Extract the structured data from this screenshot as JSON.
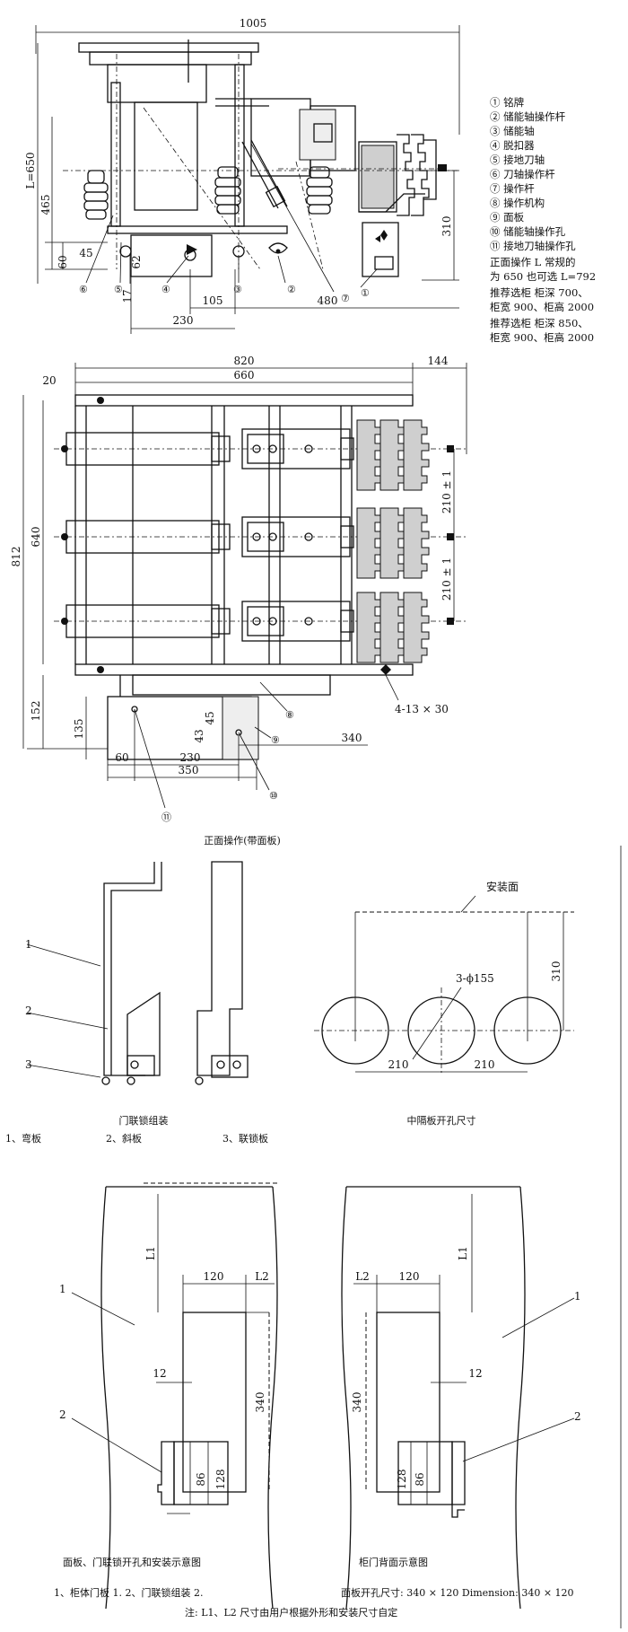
{
  "top_view": {
    "dims": {
      "total_width": "1005",
      "height_L": "L=650",
      "h465": "465",
      "h45": "45",
      "h60": "60",
      "h62": "62",
      "h17": "17",
      "w105": "105",
      "w480": "480",
      "w230": "230",
      "h310": "310"
    },
    "markers": [
      "⑥",
      "⑤",
      "④",
      "③",
      "②",
      "⑦",
      "①"
    ]
  },
  "legend": {
    "items": [
      "① 铭牌",
      "② 储能轴操作杆",
      "③ 储能轴",
      "④ 脱扣器",
      "⑤ 接地刀轴",
      "⑥ 刀轴操作杆",
      "⑦ 操作杆",
      "⑧ 操作机构",
      "⑨ 面板",
      "⑩ 储能轴操作孔",
      "⑪ 接地刀轴操作孔"
    ],
    "notes": [
      "正面操作 L 常规的",
      "为 650 也可选 L=792",
      "推荐选柜  柜深 700、",
      "柜宽 900、柜高 2000",
      "推荐选柜  柜深 850、",
      "柜宽 900、柜高 2000"
    ]
  },
  "front_view": {
    "dims": {
      "w820": "820",
      "w144": "144",
      "w20": "20",
      "w660": "660",
      "h812": "812",
      "h640": "640",
      "pitch1": "210 ± 1",
      "pitch2": "210 ± 1",
      "holes": "4-13 × 30",
      "h152": "152",
      "h135": "135",
      "h43": "43",
      "h45": "45",
      "w340": "340",
      "w60": "60",
      "w230": "230",
      "w350": "350"
    },
    "markers": [
      "⑧",
      "⑨",
      "⑪",
      "⑩"
    ],
    "caption": "正面操作(带面板)"
  },
  "interlock": {
    "labels": [
      "1",
      "2",
      "3"
    ],
    "caption": "门联锁组装",
    "parts": [
      "1、弯板",
      "2、斜板",
      "3、联锁板"
    ]
  },
  "partition": {
    "mount_surface": "安装面",
    "holes": "3-ϕ155",
    "d310": "310",
    "d210a": "210",
    "d210b": "210",
    "caption": "中隔板开孔尺寸"
  },
  "panel_left": {
    "L1": "L1",
    "w120": "120",
    "L2": "L2",
    "w12": "12",
    "h340": "340",
    "h86": "86",
    "h128": "128",
    "label1": "1",
    "label2": "2",
    "caption": "面板、门联锁开孔和安装示意图"
  },
  "panel_right": {
    "L1": "L1",
    "L2": "L2",
    "w120": "120",
    "w12": "12",
    "h340": "340",
    "h128": "128",
    "h86": "86",
    "label1": "1",
    "label2": "2",
    "caption": "柜门背面示意图"
  },
  "bottom": {
    "parts_line": "1、柜体门板  1.          2、门联锁组装  2.",
    "dimension_line": "面板开孔尺寸: 340 × 120   Dimension: 340 × 120",
    "note": "注: L1、L2 尺寸由用户根据外形和安装尺寸自定"
  }
}
